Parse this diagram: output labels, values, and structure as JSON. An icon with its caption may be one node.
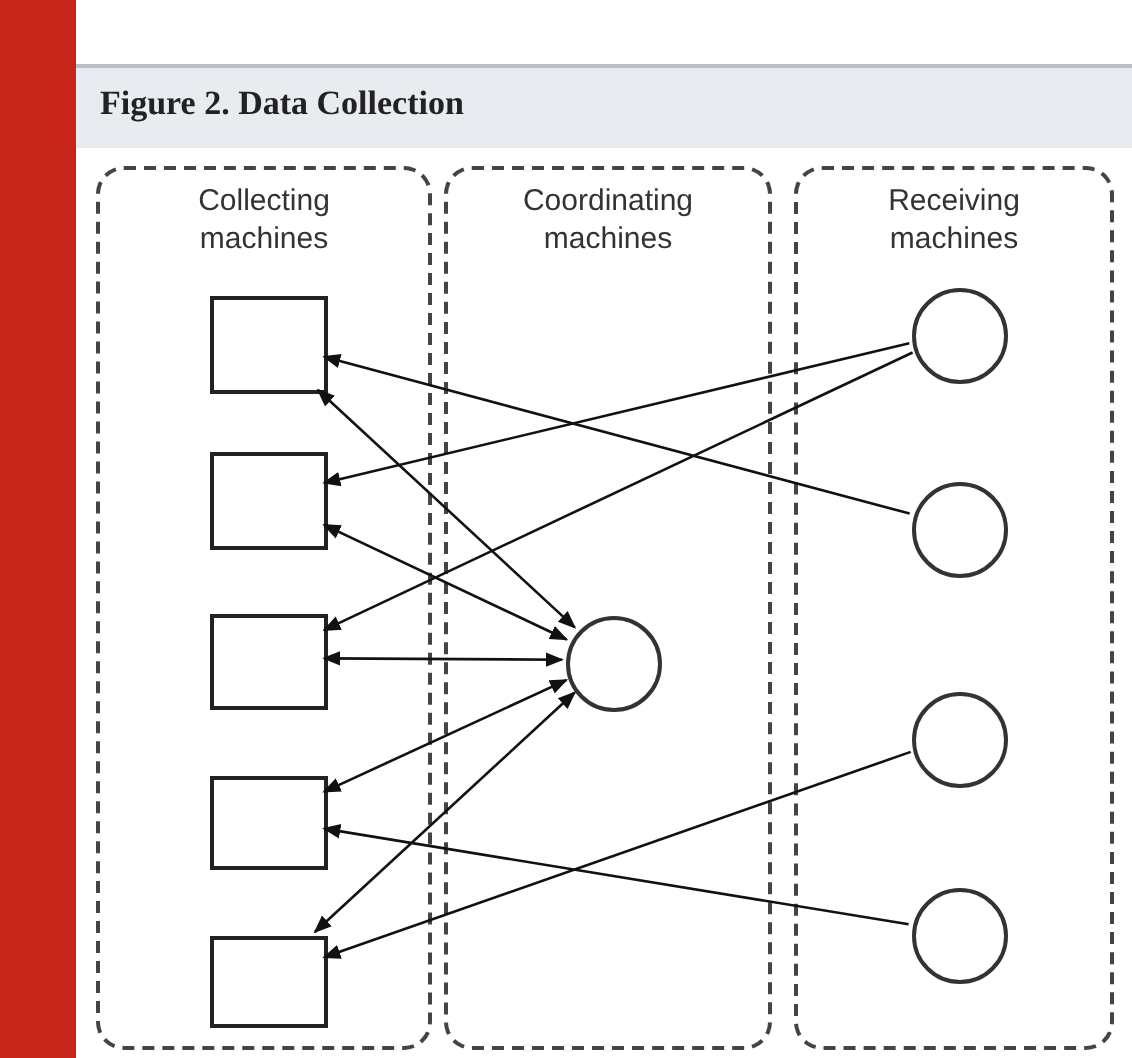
{
  "diagram": {
    "title": "Figure 2. Data Collection",
    "nodes": [
      {
        "text": [
          "Collecting machines"
        ]
      },
      {
        "text": [
          "Coordinating machines"
        ]
      },
      {
        "text": [
          "Receiving machines"
        ]
      },
      {
        "text": [],
        "shape": "box",
        "in": 0
      },
      {
        "text": [],
        "shape": "box",
        "in": 0
      },
      {
        "text": [],
        "shape": "box",
        "in": 0
      },
      {
        "text": [],
        "shape": "box",
        "in": 0
      },
      {
        "text": [],
        "shape": "box",
        "in": 0
      },
      {
        "text": [],
        "shape": "circle",
        "in": 1
      },
      {
        "text": [],
        "shape": "circle",
        "in": 2
      },
      {
        "text": [],
        "shape": "circle",
        "in": 2
      },
      {
        "text": [],
        "shape": "circle",
        "in": 2
      },
      {
        "text": [],
        "shape": "circle",
        "in": 2
      }
    ],
    "edges": [
      {
        "from": 8,
        "to": 3,
        "arrow": "both"
      },
      {
        "from": 8,
        "to": 4,
        "arrow": "both"
      },
      {
        "from": 8,
        "to": 5,
        "arrow": "both"
      },
      {
        "from": 8,
        "to": 6,
        "arrow": "both"
      },
      {
        "from": 8,
        "to": 7,
        "arrow": "both"
      },
      {
        "from": 9,
        "to": 4,
        "arrow": "to"
      },
      {
        "from": 9,
        "to": 5,
        "arrow": "to"
      },
      {
        "from": 10,
        "to": 3,
        "arrow": "to"
      },
      {
        "from": 11,
        "to": 7,
        "arrow": "to"
      },
      {
        "from": 12,
        "to": 6,
        "arrow": "to"
      }
    ]
  }
}
